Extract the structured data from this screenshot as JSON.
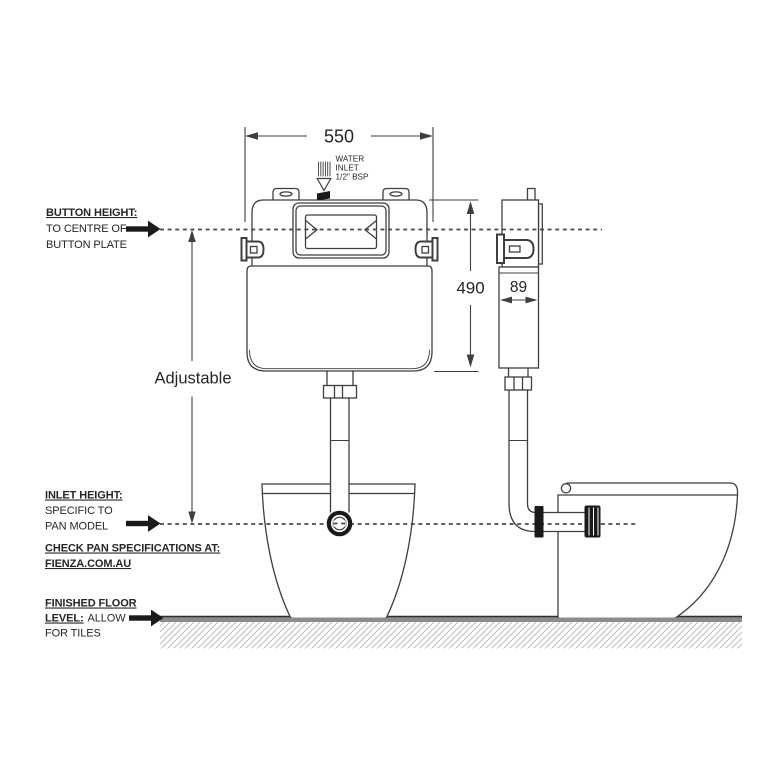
{
  "drawing": {
    "dim_550": "550",
    "dim_490": "490",
    "dim_89": "89",
    "adjustable_label": "Adjustable",
    "water_inlet": {
      "l1": "WATER",
      "l2": "INLET",
      "l3": "1/2\" BSP"
    },
    "button_height": {
      "l1": "BUTTON HEIGHT:",
      "l2": "TO CENTRE OF",
      "l3": "BUTTON PLATE"
    },
    "inlet_height": {
      "l1": "INLET HEIGHT:",
      "l2": "SPECIFIC TO",
      "l3": "PAN MODEL"
    },
    "check_pan": {
      "l1": "CHECK PAN SPECIFICATIONS AT:",
      "l2": "FIENZA.COM.AU"
    },
    "floor_level": {
      "l1": "FINISHED FLOOR",
      "l2_bold": "LEVEL:",
      "l2_rest": "ALLOW",
      "l3": "FOR TILES"
    }
  },
  "colors": {
    "line": "#3f3f3f",
    "text": "#262626",
    "dash": "#4a4a4a",
    "black": "#1a1a1a",
    "floor": "#8c8c8c",
    "hatch": "#b4b4b4",
    "bg": "#ffffff"
  }
}
